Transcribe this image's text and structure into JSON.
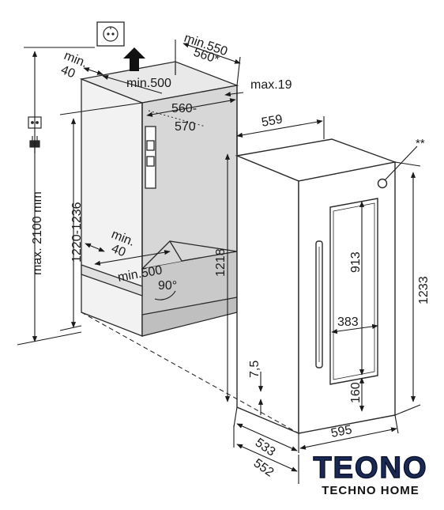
{
  "colors": {
    "line": "#2a2a2a",
    "niche_shade": "#d9d9d9",
    "logo": "#1b2a55"
  },
  "icons": [
    "socket-icon",
    "plug-icon",
    "vent-arrow-icon"
  ],
  "labels": {
    "min550": "min.550",
    "d560star": "560*",
    "min40_top": "min.",
    "min40_top_val": "40",
    "min500_top": "min.500",
    "max19": "max.19",
    "d560_570a": "560-",
    "d560_570b": "570",
    "d559": "559",
    "star2": "**",
    "max2100": "max. 2100 mm",
    "h1220_1236": "1220-1236",
    "h1218": "1218",
    "h913": "913",
    "h1233": "1233",
    "w383": "383",
    "h7_5": "7,5",
    "h160": "160",
    "min40_bot": "min.",
    "min40_bot_val": "40",
    "min500_bot": "min.500",
    "angle90": "90°",
    "d533": "533",
    "d552": "552",
    "w595": "595"
  },
  "logo": {
    "word": "TEONO",
    "sub": "TECHNO HOME"
  }
}
